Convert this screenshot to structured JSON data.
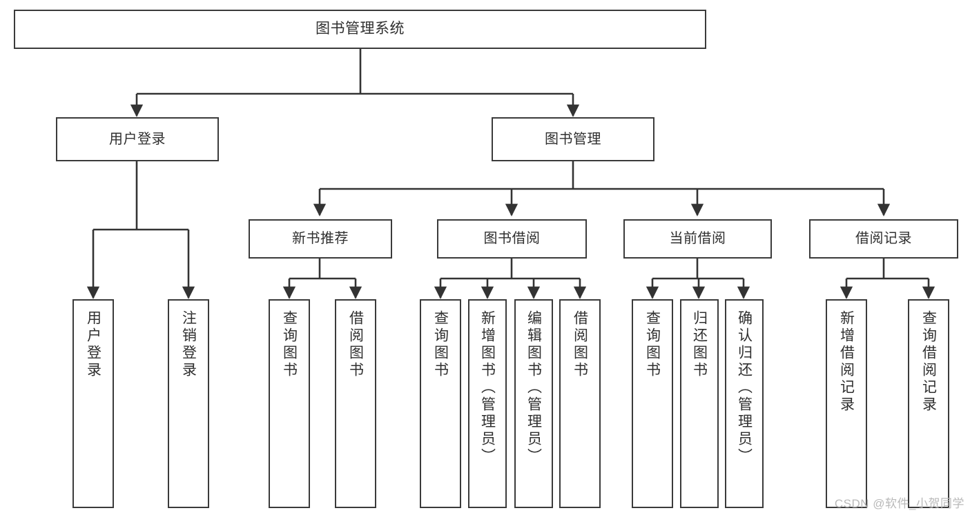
{
  "diagram": {
    "title": "图书管理系统",
    "watermark": "CSDN @软件_小贺同学",
    "colors": {
      "box_border": "#3a3a3a",
      "edge": "#333333",
      "text": "#2f2f2f",
      "background": "#ffffff",
      "watermark": "#b9b9b9"
    },
    "root": {
      "label": "图书管理系统"
    },
    "level1": [
      {
        "label": "用户登录"
      },
      {
        "label": "图书管理"
      }
    ],
    "level2": [
      {
        "label": "新书推荐"
      },
      {
        "label": "图书借阅"
      },
      {
        "label": "当前借阅"
      },
      {
        "label": "借阅记录"
      }
    ],
    "leaves": {
      "user_login": [
        {
          "label": "用户登录"
        },
        {
          "label": "注销登录"
        }
      ],
      "new_book_recommend": [
        {
          "label": "查询图书"
        },
        {
          "label": "借阅图书"
        }
      ],
      "book_borrow": [
        {
          "label": "查询图书"
        },
        {
          "label": "新增图书（管理员）"
        },
        {
          "label": "编辑图书（管理员）"
        },
        {
          "label": "借阅图书"
        }
      ],
      "current_borrow": [
        {
          "label": "查询图书"
        },
        {
          "label": "归还图书"
        },
        {
          "label": "确认归还（管理员）"
        }
      ],
      "borrow_records": [
        {
          "label": "新增借阅记录"
        },
        {
          "label": "查询借阅记录"
        }
      ]
    }
  }
}
